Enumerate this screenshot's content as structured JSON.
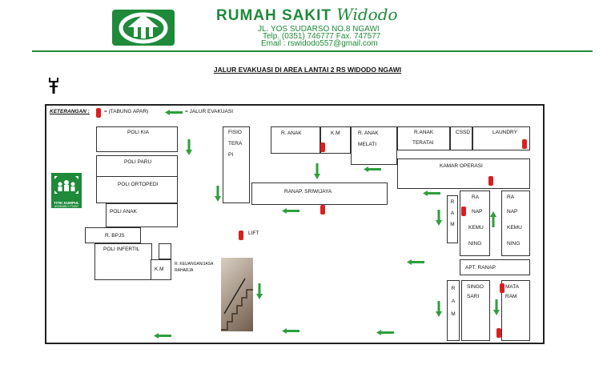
{
  "header": {
    "name_main": "RUMAH SAKIT",
    "name_script": "Widodo",
    "address": "JL. YOS SUDARSO NO.8 NGAWI",
    "phone": "Telp. (0351) 746777 Fax. 747577",
    "email": "Email : rswidodo557@gmail.com"
  },
  "title": "JALUR EVAKUASI DI AREA LANTAI 2  RS WIDODO NGAWI",
  "legend": {
    "heading": "KETERANGAN :",
    "extinguisher": "=  (TABUNG APAR)",
    "route": "= JALUR EVAKUASI"
  },
  "assembly_point": {
    "line1": "TITIK KUMPUL",
    "line2": "ASSEMBLY POINT"
  },
  "rooms": {
    "poli_kia": "POLI KIA",
    "poli_paru": "POLI PARU",
    "poli_ortopedi": "POLI ORTOPEDI",
    "poli_anak": "POLI ANAK",
    "r_bpjs": "R. BPJS",
    "poli_infertil": "POLI INFERTIL",
    "km1": "K.M",
    "keuangan": "R. KEUANGAN/JASA",
    "keuangan2": "RAHARJA",
    "fisio": [
      "FISIO",
      "TERA",
      "PI"
    ],
    "r_anak": "R. ANAK",
    "km2": "K.M",
    "r_anak_melati": [
      "R. ANAK",
      "MELATI"
    ],
    "r_anak_teratai": [
      "R.ANAK",
      "TERATAI"
    ],
    "cssd": "CSSD",
    "laundry": "LAUNDRY",
    "kamar_operasi": "KAMAR OPERASI",
    "ranap_sriwijaya": "RANAP. SRIWIJAYA",
    "lift": "LIFT",
    "ram": [
      "R",
      "A",
      "M"
    ],
    "ranap_kemuning_a": [
      "RA",
      "NAP",
      "KEMU",
      "NING"
    ],
    "ranap_kemuning_b": [
      "RA",
      "NAP",
      "KEMU",
      "NING"
    ],
    "apt_ranap": "APT. RANAP",
    "singosari": [
      "SINGO",
      "SARI"
    ],
    "mata_ram": [
      "MATA",
      "RAM"
    ]
  },
  "colors": {
    "brand_green": "#1e8a3a",
    "arrow_green": "#2e9e3e",
    "extinguisher_red": "#d92020"
  }
}
